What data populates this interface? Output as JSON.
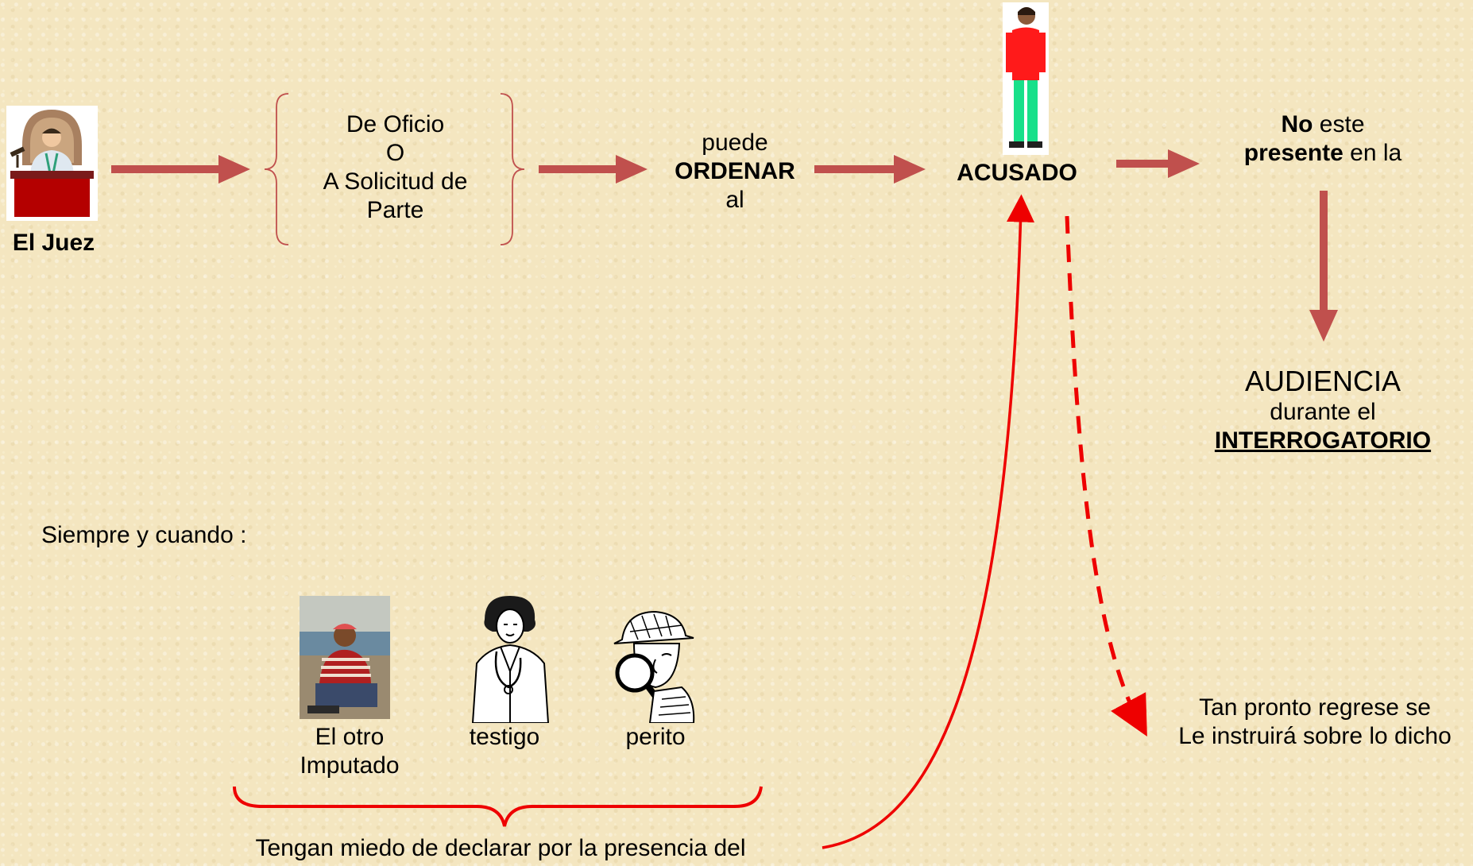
{
  "juez": {
    "label": "El Juez"
  },
  "opciones": {
    "line1": "De Oficio",
    "line2": "O",
    "line3": "A Solicitud de",
    "line4": "Parte"
  },
  "ordenar": {
    "line1": "puede",
    "line2": "ORDENAR",
    "line3": "al"
  },
  "acusado": {
    "label": "ACUSADO"
  },
  "presente": {
    "no": "No",
    "este": " este",
    "presente": "presente",
    "en_la": " en la"
  },
  "audiencia": {
    "title": "AUDIENCIA",
    "line2": "durante el",
    "line3": "INTERROGATORIO"
  },
  "condicion": {
    "label": "Siempre y cuando :"
  },
  "personas": [
    {
      "label1": "El otro",
      "label2": "Imputado"
    },
    {
      "label1": "testigo"
    },
    {
      "label1": "perito"
    }
  ],
  "miedo": {
    "label": "Tengan miedo de declarar por la presencia del"
  },
  "regreso": {
    "line1": "Tan pronto regrese se",
    "line2": "Le instruirá sobre lo dicho"
  },
  "colors": {
    "arrow": "#c0504d",
    "red_arrow": "#ee0000",
    "text": "#000000"
  }
}
